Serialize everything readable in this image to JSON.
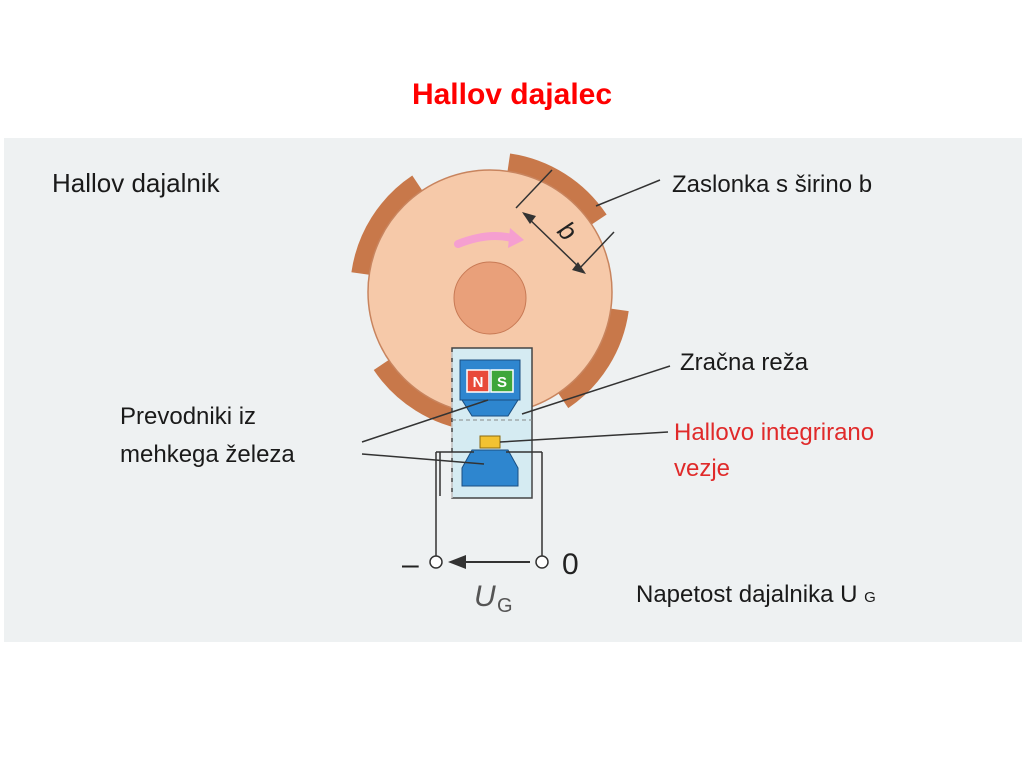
{
  "slide": {
    "title": "Hallov dajalec"
  },
  "diagram": {
    "heading": "Hallov dajalnik",
    "labels": {
      "shutter": "Zaslonka s širino b",
      "air_gap": "Zračna reža",
      "conductors_line1": "Prevodniki iz",
      "conductors_line2": "mehkega železa",
      "hall_ic_line1": "Hallovo integrirano",
      "hall_ic_line2": "vezje",
      "voltage": "Napetost dajalnika U",
      "voltage_sub": "G"
    },
    "dimension_label": "b",
    "magnet": {
      "north": "N",
      "south": "S"
    },
    "terminals": {
      "minus": "–",
      "zero": "0"
    },
    "voltage_symbol": "U",
    "voltage_symbol_sub": "G",
    "colors": {
      "title": "#ff0000",
      "panel": "#eef1f2",
      "rotor": "#f6c9a9",
      "vane": "#c8784a",
      "hub": "#e9a07a",
      "housing": "#d5ebf2",
      "pole": "#2e86cf",
      "magnet_n": "#e84a3a",
      "magnet_s": "#3ea63a",
      "hall_chip": "#f2c232",
      "label_red": "#e02a2a",
      "text": "#1a1a1a"
    }
  }
}
